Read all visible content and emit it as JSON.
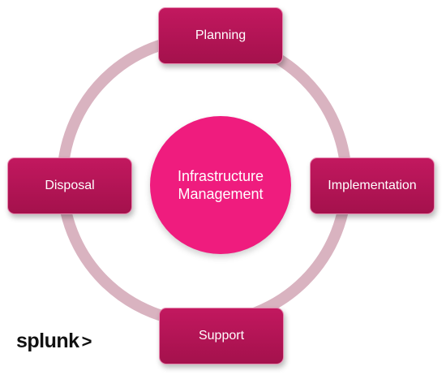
{
  "diagram": {
    "center_label_line1": "Infrastructure",
    "center_label_line2": "Management",
    "nodes": [
      {
        "label": "Planning"
      },
      {
        "label": "Implementation"
      },
      {
        "label": "Support"
      },
      {
        "label": "Disposal"
      }
    ]
  },
  "logo": {
    "text": "splunk",
    "chevron": ">"
  },
  "colors": {
    "node": "#b3145a",
    "center": "#ef1c7e",
    "ring": "#d9b3c0"
  }
}
